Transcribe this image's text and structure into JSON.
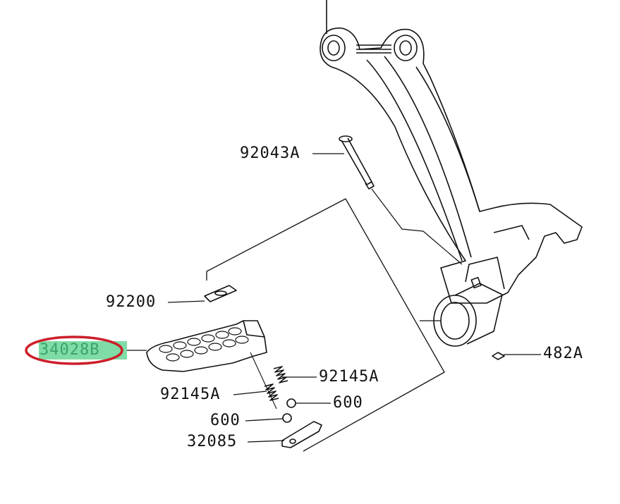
{
  "diagram": {
    "highlight_color": "#7fdca6",
    "ring_color": "#cc1f2a",
    "parts": [
      {
        "id": "92043A"
      },
      {
        "id": "92200"
      },
      {
        "id": "34028B",
        "highlighted": true
      },
      {
        "id": "92145A"
      },
      {
        "id": "92145A"
      },
      {
        "id": "600"
      },
      {
        "id": "600"
      },
      {
        "id": "32085"
      },
      {
        "id": "482A"
      }
    ]
  }
}
